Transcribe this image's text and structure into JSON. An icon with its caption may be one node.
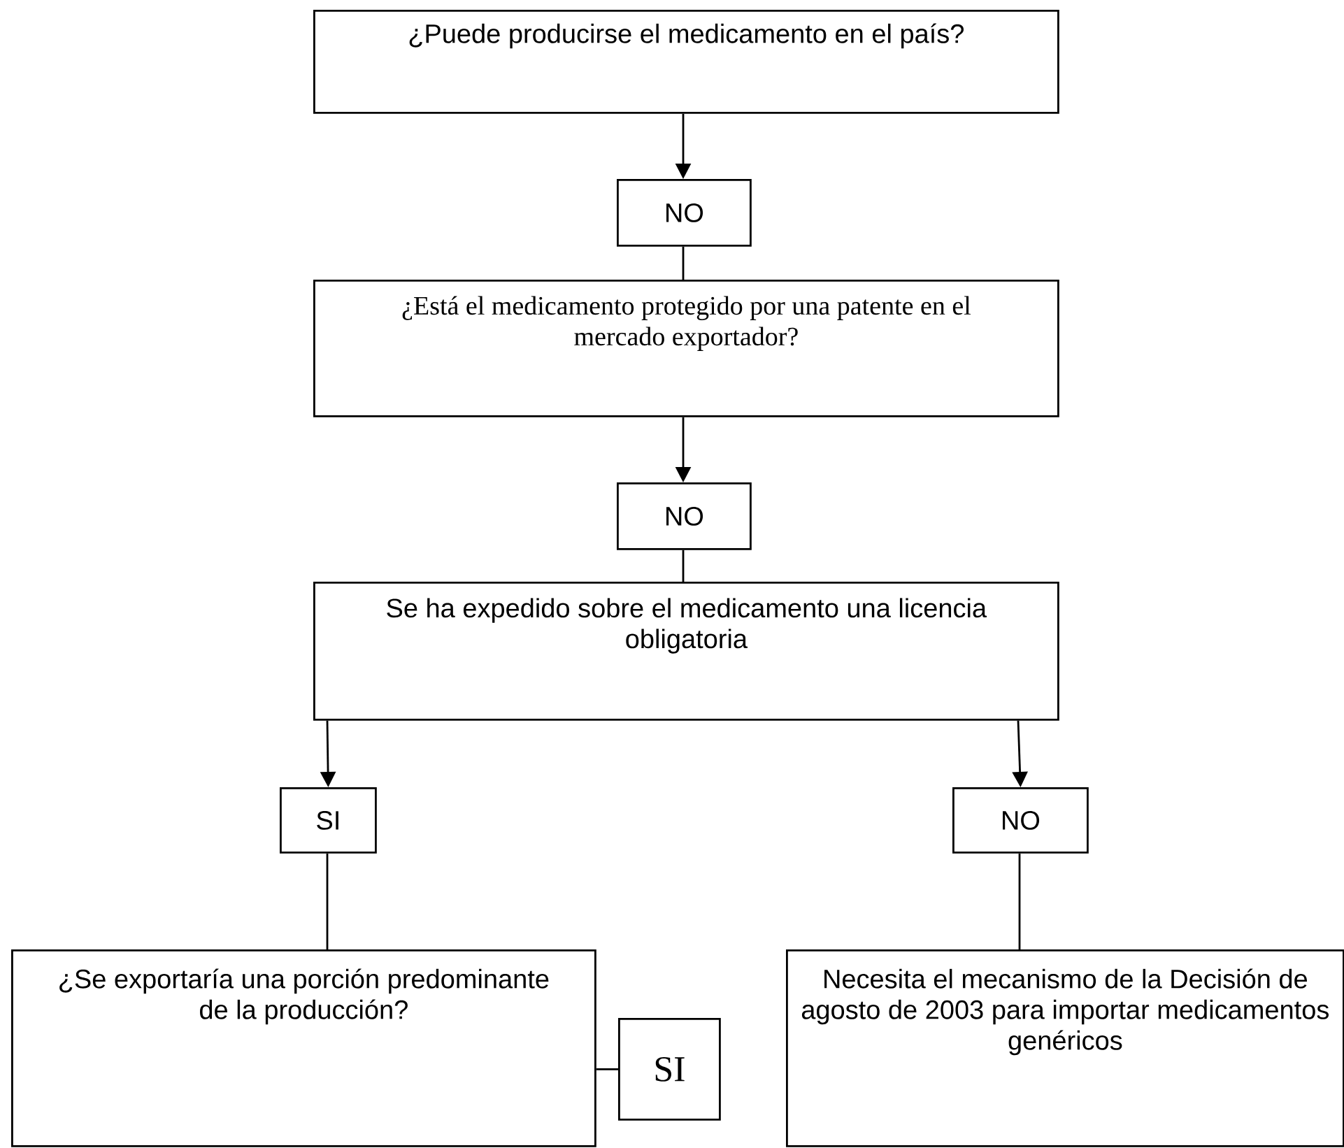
{
  "diagram": {
    "nodes": [
      {
        "text": [
          "¿Puede producirse el medicamento en el país?"
        ]
      },
      {
        "text": [
          "NO"
        ]
      },
      {
        "text": [
          "¿Está el medicamento protegido por una patente en el mercado exportador?"
        ]
      },
      {
        "text": [
          "NO"
        ]
      },
      {
        "text": [
          "Se ha expedido sobre el medicamento una licencia obligatoria"
        ]
      },
      {
        "text": [
          "SI"
        ]
      },
      {
        "text": [
          "NO"
        ]
      },
      {
        "text": [
          "¿Se exportaría una porción predominante de la producción?"
        ]
      },
      {
        "text": [
          "SI"
        ]
      },
      {
        "text": [
          "Necesita el mecanismo de la Decisión de agosto de 2003 para importar medicamentos genéricos"
        ]
      }
    ],
    "edges": [
      {
        "from": 0,
        "to": 1,
        "arrow": "to"
      },
      {
        "from": 1,
        "to": 2,
        "arrow": "none"
      },
      {
        "from": 2,
        "to": 3,
        "arrow": "to"
      },
      {
        "from": 3,
        "to": 4,
        "arrow": "none"
      },
      {
        "from": 4,
        "to": 5,
        "arrow": "to"
      },
      {
        "from": 4,
        "to": 6,
        "arrow": "to"
      },
      {
        "from": 5,
        "to": 7,
        "arrow": "none"
      },
      {
        "from": 6,
        "to": 9,
        "arrow": "none"
      },
      {
        "from": 7,
        "to": 8,
        "arrow": "none"
      }
    ]
  }
}
